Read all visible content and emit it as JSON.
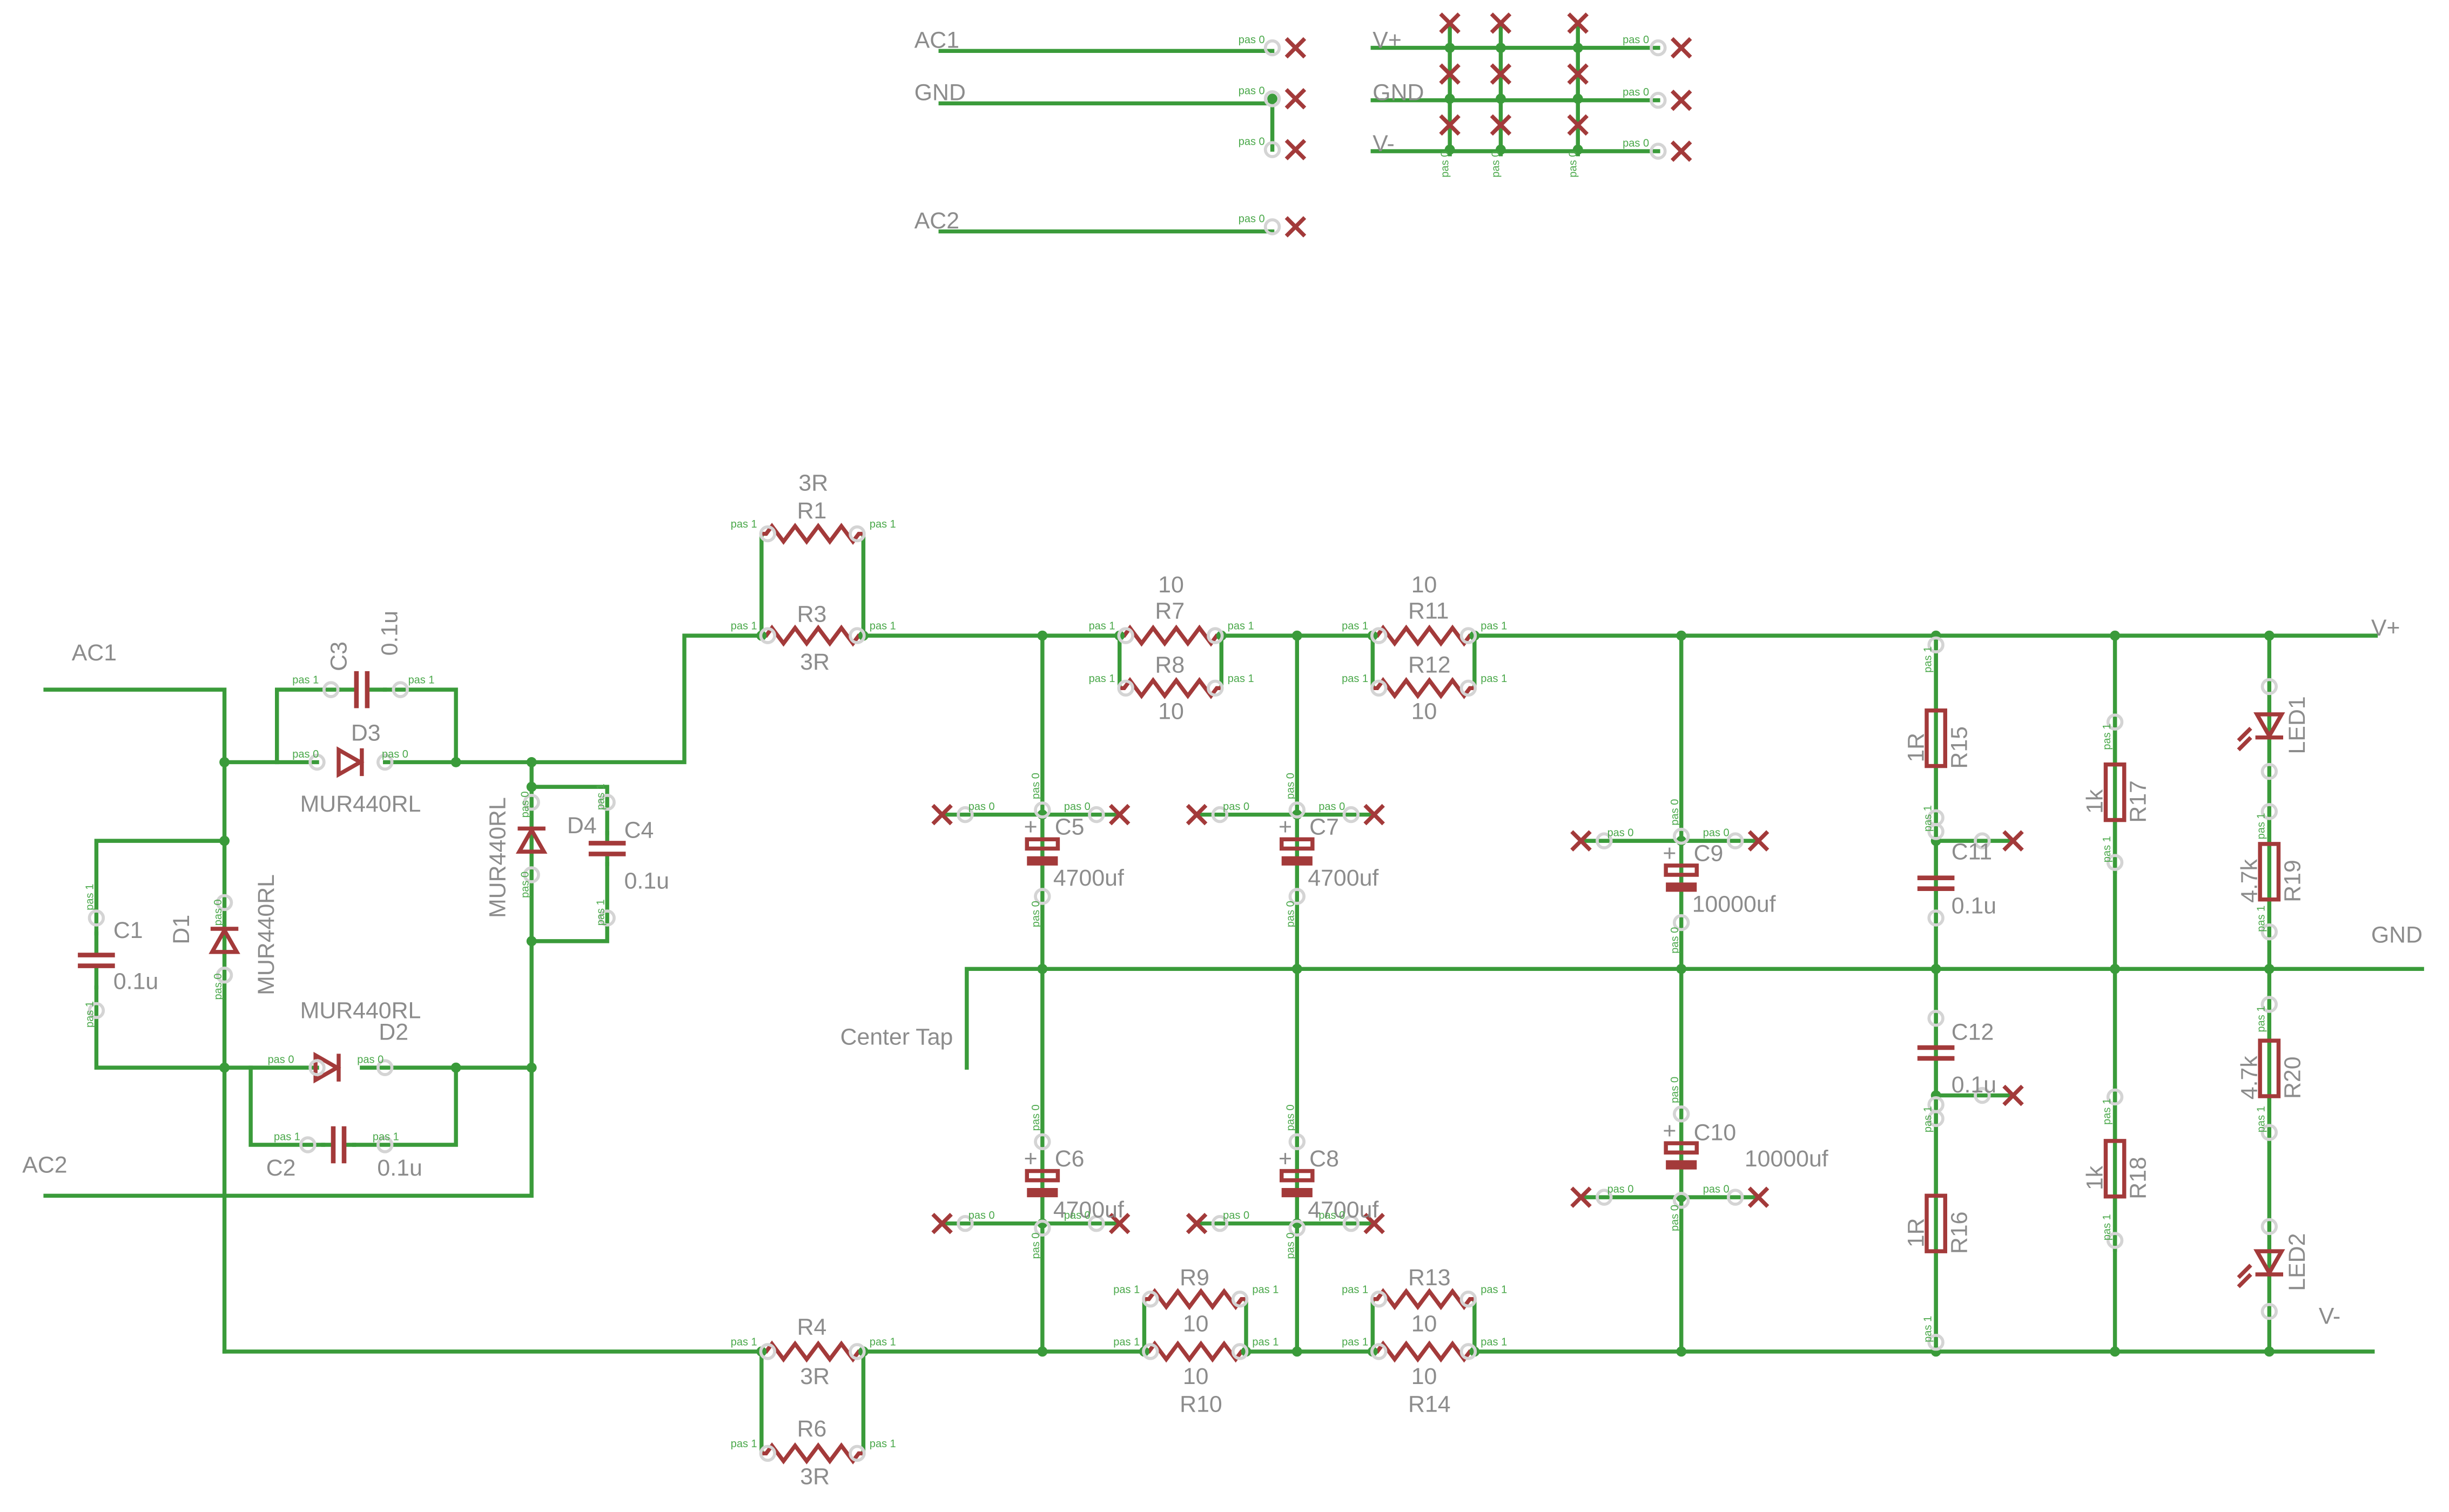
{
  "headers": {
    "top_left": [
      "AC1",
      "GND",
      "AC2"
    ],
    "top_right": [
      "V+",
      "GND",
      "V-"
    ]
  },
  "ports": {
    "ac1": "AC1",
    "ac2": "AC2",
    "center_tap": "Center Tap",
    "vplus": "V+",
    "gnd": "GND",
    "vminus": "V-"
  },
  "pin_labels": {
    "pas0": "pas 0",
    "pas1": "pas 1"
  },
  "colors": {
    "wire": "#3a9b3a",
    "part": "#a33a3a",
    "text": "#8c8c8c",
    "pin": "#4aa84a"
  },
  "components": [
    {
      "id": "c1",
      "name": "C1",
      "value": "0.1u",
      "kind": "capacitor"
    },
    {
      "id": "c2",
      "name": "C2",
      "value": "0.1u",
      "kind": "capacitor"
    },
    {
      "id": "c3",
      "name": "C3",
      "value": "0.1u",
      "kind": "capacitor"
    },
    {
      "id": "c4",
      "name": "C4",
      "value": "0.1u",
      "kind": "capacitor"
    },
    {
      "id": "d1",
      "name": "D1",
      "value": "MUR440RL",
      "kind": "diode"
    },
    {
      "id": "d2",
      "name": "D2",
      "value": "MUR440RL",
      "kind": "diode"
    },
    {
      "id": "d3",
      "name": "D3",
      "value": "MUR440RL",
      "kind": "diode"
    },
    {
      "id": "d4",
      "name": "D4",
      "value": "MUR440RL",
      "kind": "diode"
    },
    {
      "id": "r1",
      "name": "R1",
      "value": "3R",
      "kind": "resistor"
    },
    {
      "id": "r3",
      "name": "R3",
      "value": "3R",
      "kind": "resistor"
    },
    {
      "id": "r4",
      "name": "R4",
      "value": "3R",
      "kind": "resistor"
    },
    {
      "id": "r6",
      "name": "R6",
      "value": "3R",
      "kind": "resistor"
    },
    {
      "id": "r7",
      "name": "R7",
      "value": "10",
      "kind": "resistor"
    },
    {
      "id": "r8",
      "name": "R8",
      "value": "10",
      "kind": "resistor"
    },
    {
      "id": "r9",
      "name": "R9",
      "value": "10",
      "kind": "resistor"
    },
    {
      "id": "r10",
      "name": "R10",
      "value": "10",
      "kind": "resistor"
    },
    {
      "id": "r11",
      "name": "R11",
      "value": "10",
      "kind": "resistor"
    },
    {
      "id": "r12",
      "name": "R12",
      "value": "10",
      "kind": "resistor"
    },
    {
      "id": "r13",
      "name": "R13",
      "value": "10",
      "kind": "resistor"
    },
    {
      "id": "r14",
      "name": "R14",
      "value": "10",
      "kind": "resistor"
    },
    {
      "id": "c5",
      "name": "C5",
      "value": "4700uf",
      "kind": "electrolytic"
    },
    {
      "id": "c6",
      "name": "C6",
      "value": "4700uf",
      "kind": "electrolytic"
    },
    {
      "id": "c7",
      "name": "C7",
      "value": "4700uf",
      "kind": "electrolytic"
    },
    {
      "id": "c8",
      "name": "C8",
      "value": "4700uf",
      "kind": "electrolytic"
    },
    {
      "id": "c9",
      "name": "C9",
      "value": "10000uf",
      "kind": "electrolytic"
    },
    {
      "id": "c10",
      "name": "C10",
      "value": "10000uf",
      "kind": "electrolytic"
    },
    {
      "id": "r15",
      "name": "R15",
      "value": "1R",
      "kind": "resistor"
    },
    {
      "id": "r16",
      "name": "R16",
      "value": "1R",
      "kind": "resistor"
    },
    {
      "id": "c11",
      "name": "C11",
      "value": "0.1u",
      "kind": "capacitor"
    },
    {
      "id": "c12",
      "name": "C12",
      "value": "0.1u",
      "kind": "capacitor"
    },
    {
      "id": "r17",
      "name": "R17",
      "value": "1k",
      "kind": "resistor"
    },
    {
      "id": "r18",
      "name": "R18",
      "value": "1k",
      "kind": "resistor"
    },
    {
      "id": "r19",
      "name": "R19",
      "value": "4.7k",
      "kind": "resistor"
    },
    {
      "id": "r20",
      "name": "R20",
      "value": "4.7k",
      "kind": "resistor"
    },
    {
      "id": "led1",
      "name": "LED1",
      "value": "",
      "kind": "led"
    },
    {
      "id": "led2",
      "name": "LED2",
      "value": "",
      "kind": "led"
    }
  ]
}
